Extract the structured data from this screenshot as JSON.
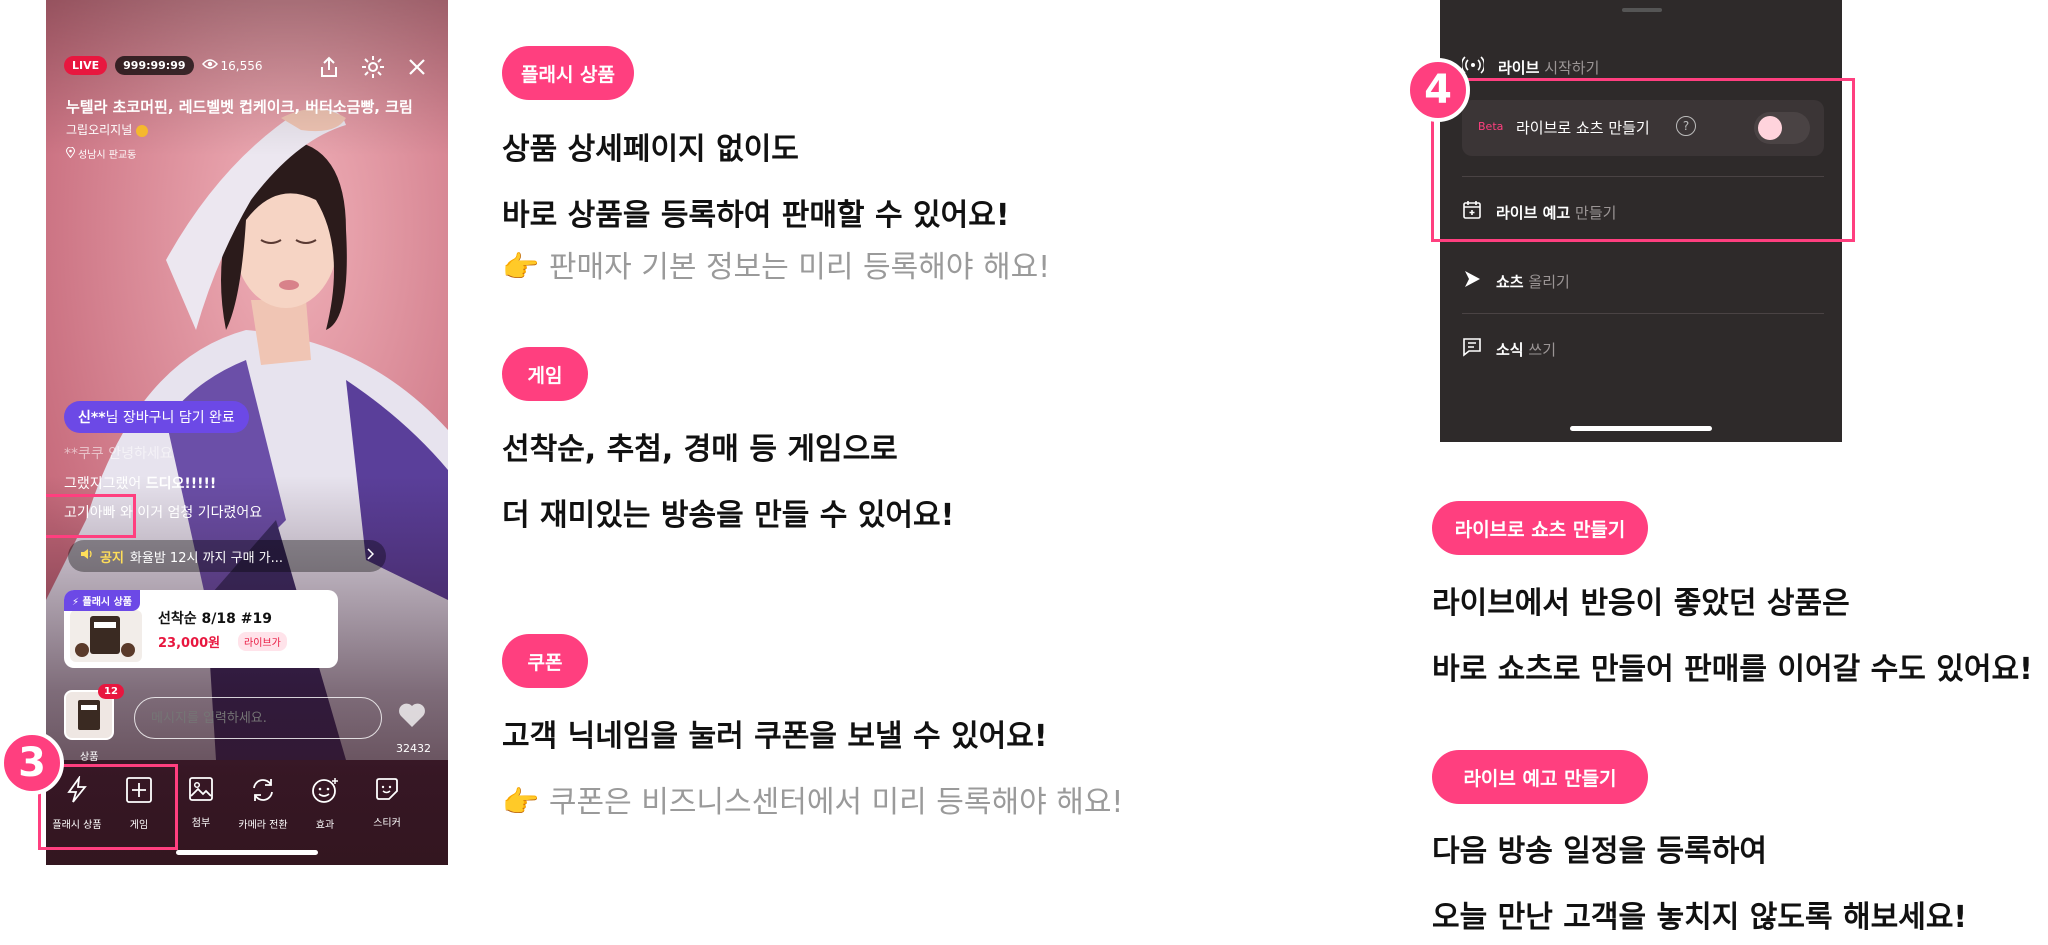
{
  "live": {
    "badge": "LIVE",
    "timer": "999:99:99",
    "viewers": "16,556",
    "title": "누텔라 초코머핀, 레드벨벳 컵케이크, 버터소금빵, 크림",
    "channel": "그립오리지널",
    "location": "성남시 판교동",
    "cart_note_user": "신**",
    "cart_note_text": "님 장바구니 담기 완료",
    "chat": [
      {
        "text": "**쿠쿠 안녕하세요"
      },
      {
        "pre": "그랬지그랬어 ",
        "bold": "드디오!!!!!"
      },
      {
        "user": "고기아빠",
        "text": " 와 이거 엄청 기다렸어요"
      }
    ],
    "notice_label": "공지",
    "notice_text": "화율밤 12시 까지 구매 가...",
    "product": {
      "tag": "플래시 상품",
      "name": "선착순 8/18 #19",
      "price": "23,000원",
      "live_price": "라이브가"
    },
    "goods_count": "12",
    "goods_label": "상품",
    "message_placeholder": "메시지를 입력하세요.",
    "likes": "32432",
    "tools": [
      {
        "label": "플래시 상품",
        "icon": "flash-icon"
      },
      {
        "label": "게임",
        "icon": "plus-square-icon"
      },
      {
        "label": "첨부",
        "icon": "image-icon"
      },
      {
        "label": "카메라 전환",
        "icon": "camera-switch-icon"
      },
      {
        "label": "효과",
        "icon": "smile-sparkle-icon"
      },
      {
        "label": "스티커",
        "icon": "sticker-icon"
      }
    ]
  },
  "steps": {
    "left": "3",
    "right": "4"
  },
  "features": [
    {
      "pill": "플래시 상품",
      "lines": [
        "상품 상세페이지 없이도",
        "바로 상품을 등록하여 판매할 수 있어요!"
      ],
      "note": "👉 판매자 기본 정보는 미리 등록해야 해요!"
    },
    {
      "pill": "게임",
      "lines": [
        "선착순, 추첨, 경매 등 게임으로",
        "더 재미있는 방송을 만들 수 있어요!"
      ]
    },
    {
      "pill": "쿠폰",
      "lines": [
        "고객 닉네임을 눌러 쿠폰을 보낼 수 있어요!"
      ],
      "note": "👉 쿠폰은 비즈니스센터에서 미리 등록해야 해요!"
    }
  ],
  "menu": {
    "start_bold": "라이브",
    "start_sub": "시작하기",
    "beta": "Beta",
    "shorts_toggle_label": "라이브로 쇼츠 만들기",
    "help": "?",
    "preview_bold": "라이브 예고",
    "preview_sub": "만들기",
    "shorts_bold": "쇼츠",
    "shorts_sub": "올리기",
    "news_bold": "소식",
    "news_sub": "쓰기"
  },
  "right_features": [
    {
      "pill": "라이브로 쇼츠 만들기",
      "lines": [
        "라이브에서 반응이 좋았던 상품은",
        "바로 쇼츠로 만들어 판매를 이어갈 수도 있어요!"
      ]
    },
    {
      "pill": "라이브 예고 만들기",
      "lines": [
        "다음 방송 일정을 등록하여",
        "오늘 만난 고객을 놓치지 않도록 해보세요!"
      ]
    }
  ],
  "colors": {
    "accent": "#ff3f7f",
    "live_red": "#e8173f",
    "purple": "#6c49e6",
    "panel": "#2e2a2a"
  }
}
